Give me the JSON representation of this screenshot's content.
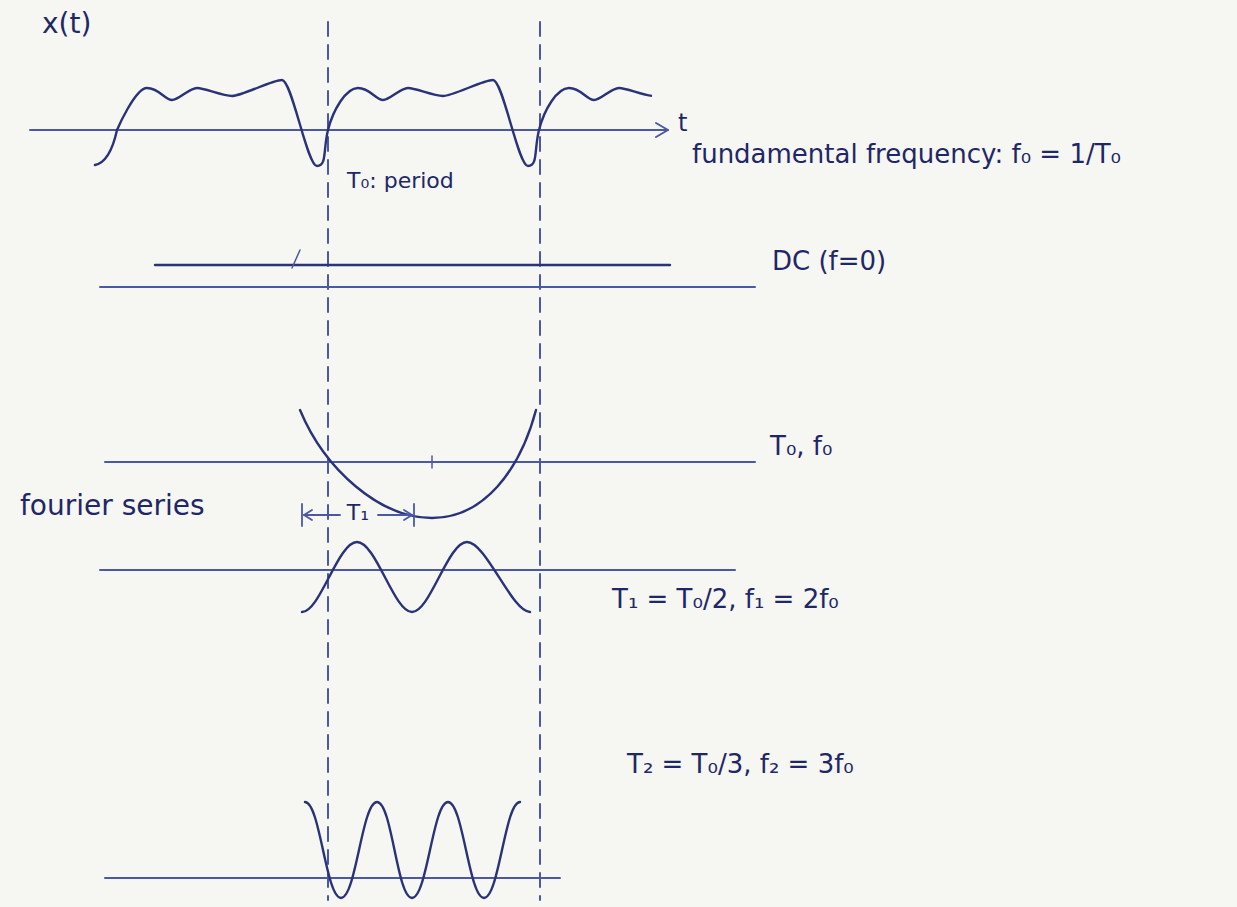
{
  "diagram": {
    "labels": [
      "x(t)",
      "t",
      "T₀: period",
      "fundamental frequency: f₀ = 1/T₀",
      "DC (f=0)",
      "T₀, f₀",
      "fourier series",
      "T₁",
      "T₁ = T₀/2, f₁ = 2f₀",
      "T₂ = T₀/3, f₂ = 3f₀"
    ]
  }
}
